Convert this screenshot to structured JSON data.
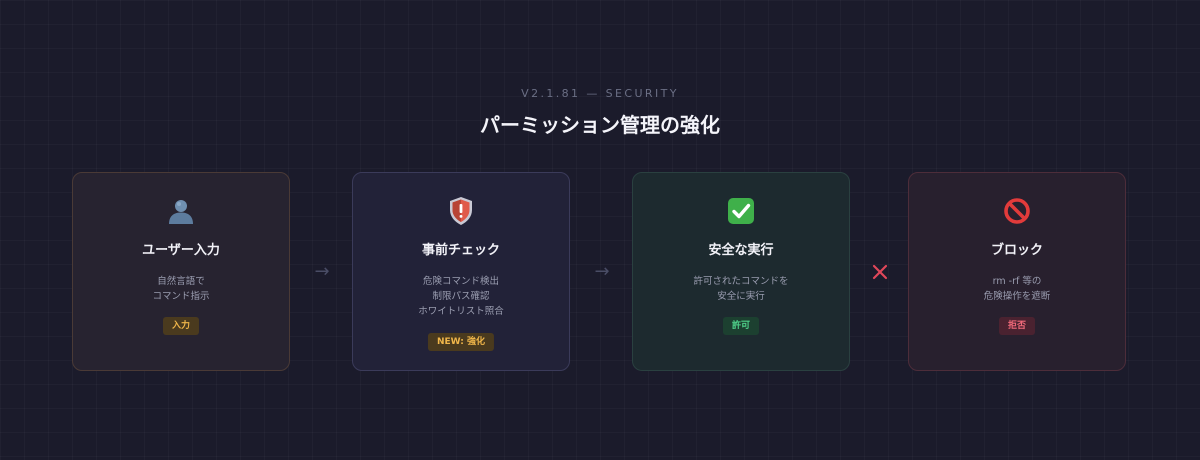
{
  "header": {
    "subtitle": "V2.1.81 — SECURITY",
    "title": "パーミッション管理の強化"
  },
  "steps": [
    {
      "icon": "user-icon",
      "title": "ユーザー入力",
      "desc": [
        "自然言語で",
        "コマンド指示"
      ],
      "badge": "入力",
      "color": "#f0b64a"
    },
    {
      "icon": "shield-icon",
      "title": "事前チェック",
      "desc": [
        "危険コマンド検出",
        "制限パス確認",
        "ホワイトリスト照合"
      ],
      "badge": "NEW: 強化",
      "color": "#f0b64a"
    },
    {
      "icon": "check-icon",
      "title": "安全な実行",
      "desc": [
        "許可されたコマンドを",
        "安全に実行"
      ],
      "badge": "許可",
      "color": "#4fd08a"
    },
    {
      "icon": "prohibited-icon",
      "title": "ブロック",
      "desc": [
        "rm -rf 等の",
        "危険操作を遮断"
      ],
      "badge": "拒否",
      "color": "#f06a7a"
    }
  ],
  "connectors": {
    "arrow": "→",
    "cross_icon": "cross-icon",
    "cross_color": "#e0475a"
  }
}
